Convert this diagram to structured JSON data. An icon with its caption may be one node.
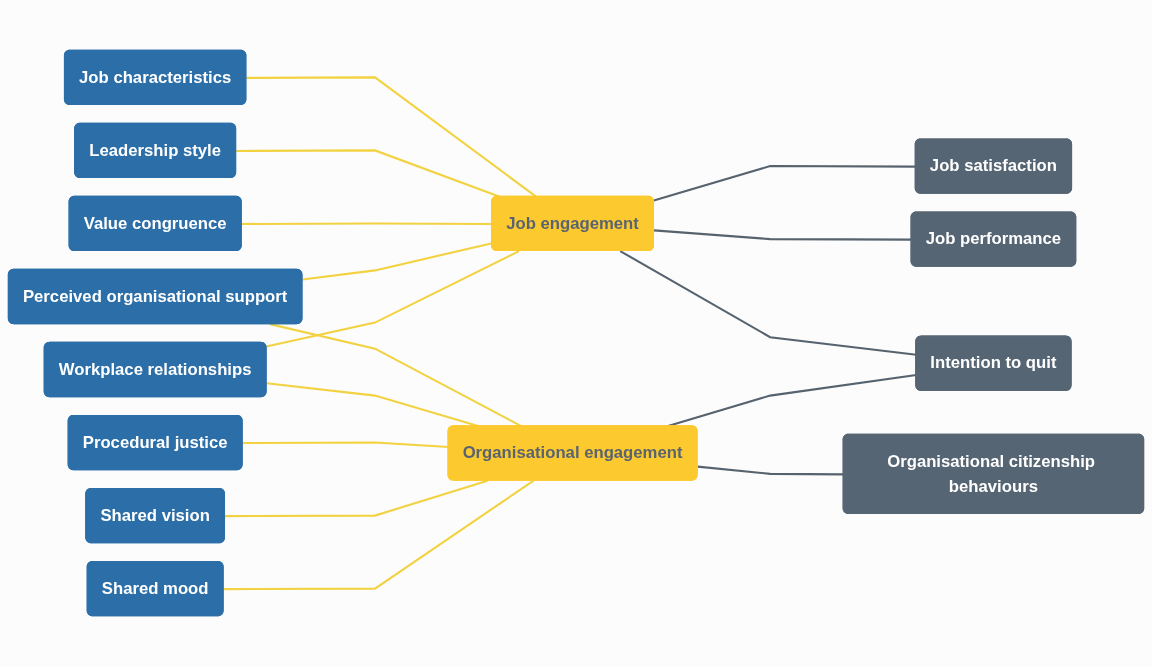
{
  "diagram": {
    "nodes": [
      {
        "text": [
          "Job characteristics"
        ]
      },
      {
        "text": [
          "Leadership style"
        ]
      },
      {
        "text": [
          "Value congruence"
        ]
      },
      {
        "text": [
          "Perceived organisational support"
        ]
      },
      {
        "text": [
          "Workplace relationships"
        ]
      },
      {
        "text": [
          "Procedural justice"
        ]
      },
      {
        "text": [
          "Shared vision"
        ]
      },
      {
        "text": [
          "Shared mood"
        ]
      },
      {
        "text": [
          "Job engagement"
        ]
      },
      {
        "text": [
          "Organisational engagement"
        ]
      },
      {
        "text": [
          "Job satisfaction"
        ]
      },
      {
        "text": [
          "Job performance"
        ]
      },
      {
        "text": [
          "Intention to quit"
        ]
      },
      {
        "text": [
          "Organisational citizenship behaviours"
        ]
      }
    ],
    "edges": [
      {
        "from": 0,
        "to": 8,
        "arrow": "none"
      },
      {
        "from": 1,
        "to": 8,
        "arrow": "none"
      },
      {
        "from": 2,
        "to": 8,
        "arrow": "none"
      },
      {
        "from": 3,
        "to": 8,
        "arrow": "none"
      },
      {
        "from": 4,
        "to": 8,
        "arrow": "none"
      },
      {
        "from": 3,
        "to": 9,
        "arrow": "none"
      },
      {
        "from": 4,
        "to": 9,
        "arrow": "none"
      },
      {
        "from": 5,
        "to": 9,
        "arrow": "none"
      },
      {
        "from": 6,
        "to": 9,
        "arrow": "none"
      },
      {
        "from": 7,
        "to": 9,
        "arrow": "none"
      },
      {
        "from": 8,
        "to": 10,
        "arrow": "none",
        "color": "#56636e"
      },
      {
        "from": 8,
        "to": 11,
        "arrow": "none",
        "color": "#56636e"
      },
      {
        "from": 8,
        "to": 12,
        "arrow": "none",
        "color": "#56636e"
      },
      {
        "from": 9,
        "to": 12,
        "arrow": "none",
        "color": "#56636e"
      },
      {
        "from": 9,
        "to": 13,
        "arrow": "none",
        "color": "#56636e"
      }
    ]
  }
}
